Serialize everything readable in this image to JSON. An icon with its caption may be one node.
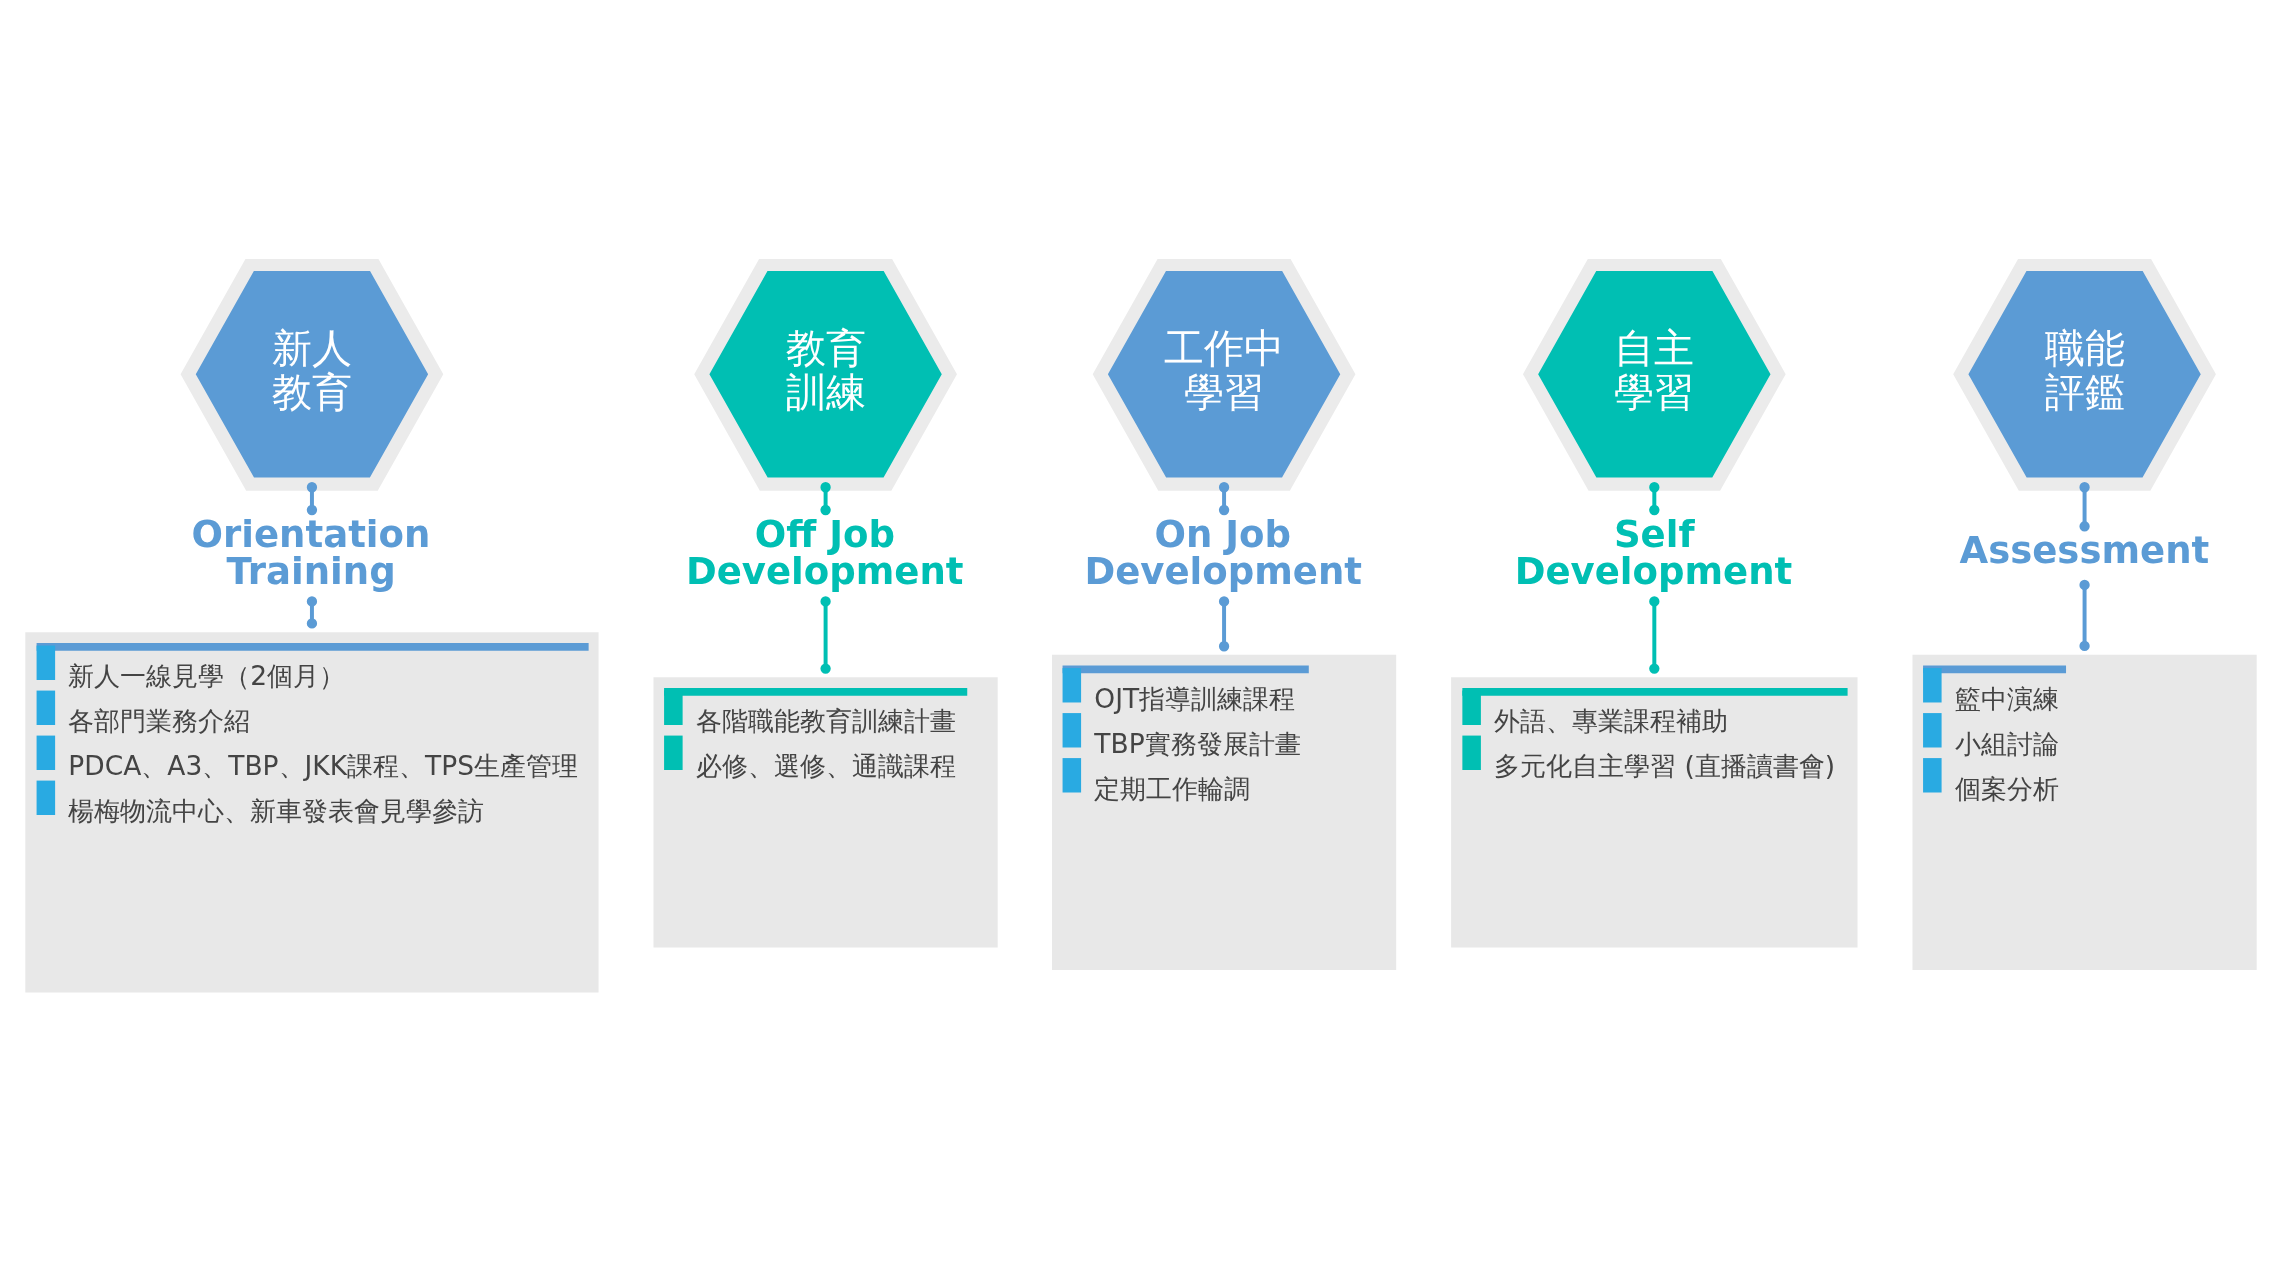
{
  "diagram": {
    "nodes": [
      {
        "text": [
          "新人教育"
        ]
      },
      {
        "text": [
          "教育訓練"
        ]
      },
      {
        "text": [
          "工作中學習"
        ]
      },
      {
        "text": [
          "自主學習"
        ]
      },
      {
        "text": [
          "職能評鑑"
        ]
      },
      {
        "text": [
          "Orientation Training"
        ]
      },
      {
        "text": [
          "Off Job Development"
        ]
      },
      {
        "text": [
          "On Job Development"
        ]
      },
      {
        "text": [
          "Self Development"
        ]
      },
      {
        "text": [
          "Assessment"
        ]
      },
      {
        "text": [
          "新人一線見學（2個月）",
          "各部門業務介紹",
          "PDCA、A3、TBP、JKK課程、TPS生產管理",
          "楊梅物流中心、新車發表會見學參訪"
        ]
      },
      {
        "text": [
          "各階職能教育訓練計畫",
          "必修、選修、通識課程"
        ]
      },
      {
        "text": [
          "OJT指導訓練課程",
          "TBP實務發展計畫",
          "定期工作輪調"
        ]
      },
      {
        "text": [
          "外語、專業課程補助",
          "多元化自主學習 (直播讀書會)"
        ]
      },
      {
        "text": [
          "籃中演練",
          "小組討論",
          "個案分析"
        ]
      }
    ],
    "edges": [
      {
        "from": 0,
        "to": 5,
        "arrow": "other"
      },
      {
        "from": 5,
        "to": 10,
        "arrow": "other"
      },
      {
        "from": 1,
        "to": 6,
        "arrow": "other",
        "color": "#00bfb3"
      },
      {
        "from": 6,
        "to": 11,
        "arrow": "other",
        "color": "#00bfb3"
      },
      {
        "from": 2,
        "to": 7,
        "arrow": "other"
      },
      {
        "from": 7,
        "to": 12,
        "arrow": "other"
      },
      {
        "from": 3,
        "to": 8,
        "arrow": "other",
        "color": "#00bfb3"
      },
      {
        "from": 8,
        "to": 13,
        "arrow": "other",
        "color": "#00bfb3"
      },
      {
        "from": 4,
        "to": 9,
        "arrow": "other"
      },
      {
        "from": 9,
        "to": 14,
        "arrow": "other"
      }
    ]
  }
}
